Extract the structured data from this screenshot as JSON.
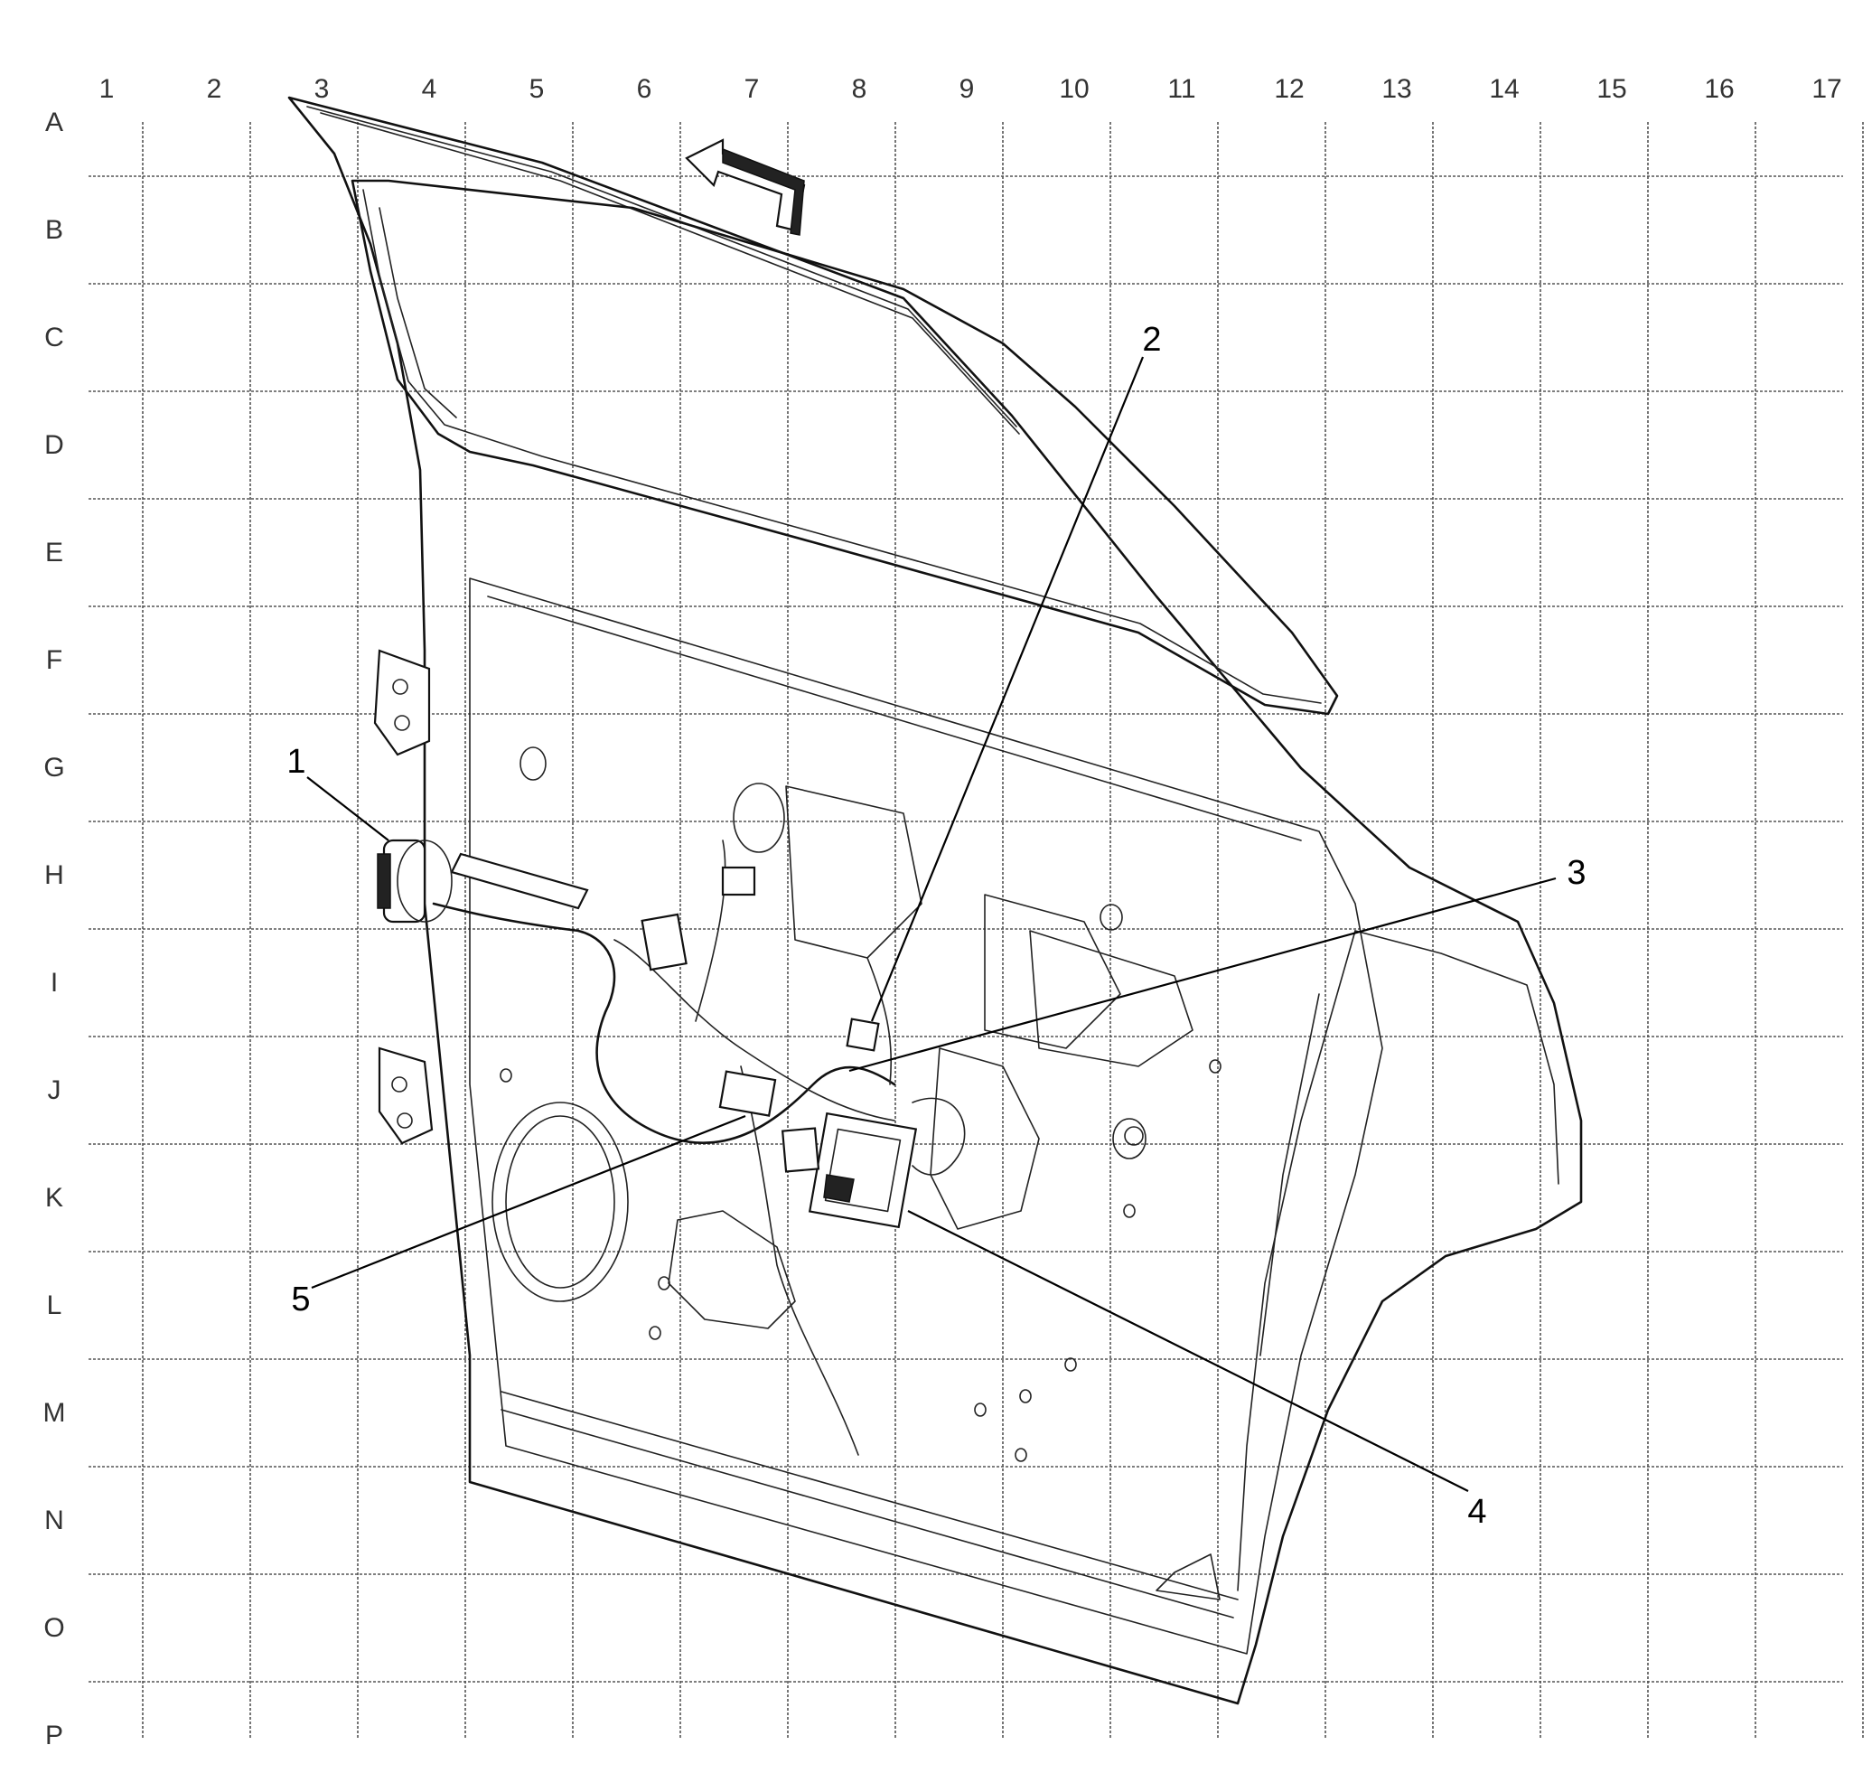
{
  "grid": {
    "columns": [
      "1",
      "2",
      "3",
      "4",
      "5",
      "6",
      "7",
      "8",
      "9",
      "10",
      "11",
      "12",
      "13",
      "14",
      "15",
      "16",
      "17"
    ],
    "rows": [
      "A",
      "B",
      "C",
      "D",
      "E",
      "F",
      "G",
      "H",
      "I",
      "J",
      "K",
      "L",
      "M",
      "N",
      "O",
      "P"
    ]
  },
  "callouts": [
    {
      "id": "1",
      "label": "1"
    },
    {
      "id": "2",
      "label": "2"
    },
    {
      "id": "3",
      "label": "3"
    },
    {
      "id": "4",
      "label": "4"
    },
    {
      "id": "5",
      "label": "5"
    }
  ],
  "icons": {
    "direction_arrow": "forward-arrow-icon"
  },
  "colors": {
    "line": "#111111",
    "grid": "#555555",
    "text": "#333333",
    "background": "#ffffff"
  }
}
